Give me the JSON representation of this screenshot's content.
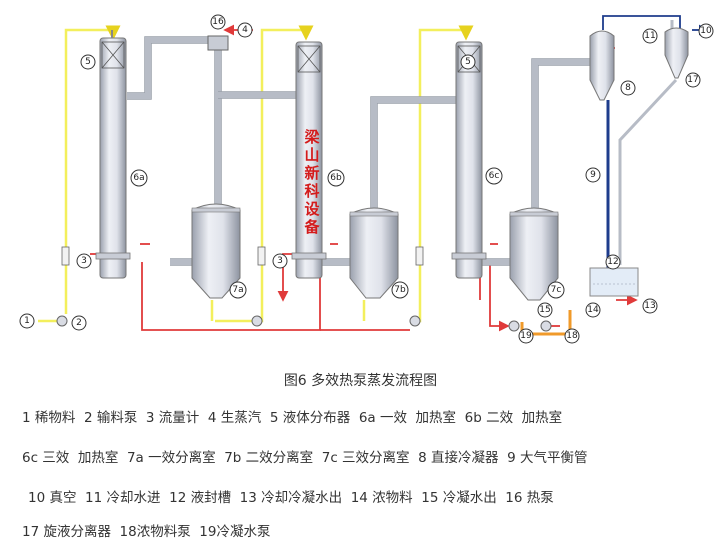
{
  "watermark_chars": [
    "梁",
    "山",
    "新",
    "科",
    "设",
    "备"
  ],
  "caption": "图6 多效热泵蒸发流程图",
  "legend_lines": [
    "1 稀物料  2 输料泵  3 流量计  4 生蒸汽  5 液体分布器  6a 一效  加热室  6b 二效  加热室",
    "6c 三效  加热室  7a 一效分离室  7b 二效分离室  7c 三效分离室  8 直接冷凝器  9 大气平衡管",
    "10 真空  11 冷却水进  12 液封槽  13 冷却冷凝水出  14 浓物料  15 冷凝水出  16 热泵",
    "17 旋液分离器  18浓物料泵  19冷凝水泵"
  ],
  "markers": [
    "1",
    "2",
    "3",
    "4",
    "5",
    "6a",
    "7a",
    "3",
    "6b",
    "7b",
    "5",
    "6c",
    "7c",
    "8",
    "9",
    "10",
    "11",
    "12",
    "13",
    "14",
    "15",
    "16",
    "17",
    "18",
    "19"
  ],
  "colors": {
    "feed_pipe": "#f3ef5c",
    "liquid_pipe": "#e03a3a",
    "vapor_pipe": "#b7bcc6",
    "water_pipe": "#1e3c8c",
    "condensate_pipe": "#f09a2a",
    "watermark": "#d41b1b"
  }
}
